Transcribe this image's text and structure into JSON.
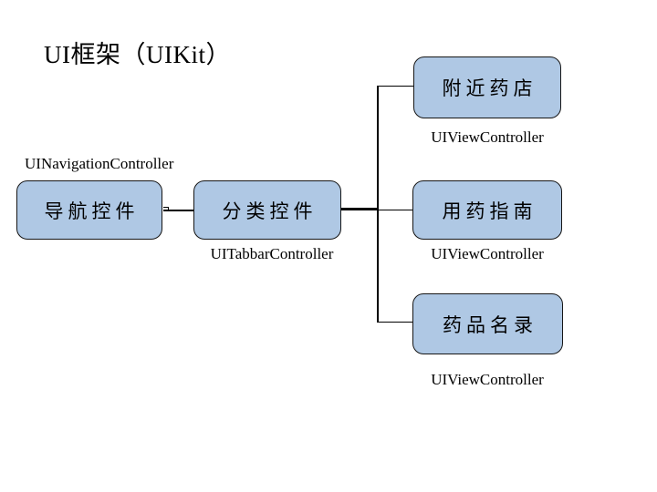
{
  "title": "UI框架（UIKit）",
  "diagram": {
    "nodes": {
      "nearby": {
        "label": "附近药店",
        "caption": "UIViewController"
      },
      "nav": {
        "label": "导航控件",
        "heading": "UINavigationController"
      },
      "category": {
        "label": "分类控件",
        "caption": "UITabbarController"
      },
      "guide": {
        "label": "用药指南",
        "caption": "UIViewController"
      },
      "directory": {
        "label": "药品名录",
        "caption": "UIViewController"
      }
    },
    "colors": {
      "node_fill": "#afc8e4",
      "node_border": "#161616",
      "connector": "#000000",
      "text": "#000000",
      "background": "#ffffff"
    }
  }
}
